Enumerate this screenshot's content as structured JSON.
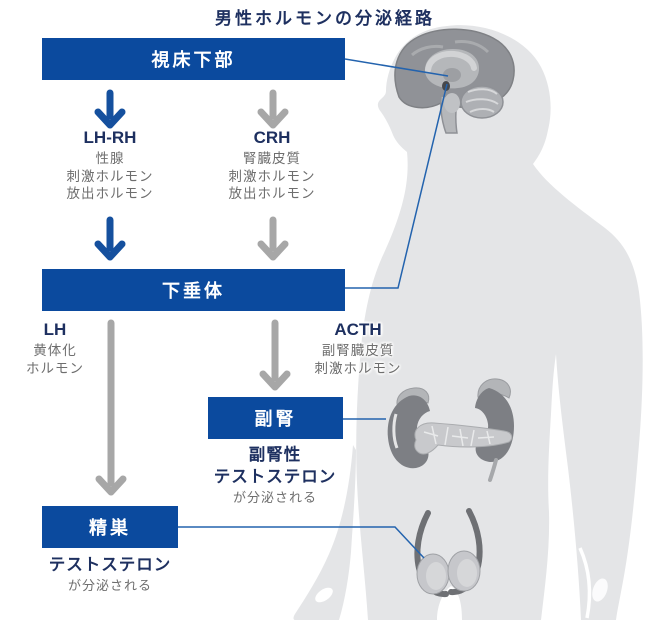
{
  "title": "男性ホルモンの分泌経路",
  "boxes": {
    "hypothalamus": "視床下部",
    "pituitary": "下垂体",
    "adrenal": "副腎",
    "testis": "精巣"
  },
  "hormones": {
    "lhrh": {
      "abbr": "LH-RH",
      "lines": [
        "性腺",
        "刺激ホルモン",
        "放出ホルモン"
      ]
    },
    "crh": {
      "abbr": "CRH",
      "lines": [
        "腎臓皮質",
        "刺激ホルモン",
        "放出ホルモン"
      ]
    },
    "lh": {
      "abbr": "LH",
      "lines": [
        "黄体化",
        "ホルモン"
      ]
    },
    "acth": {
      "abbr": "ACTH",
      "lines": [
        "副腎臓皮質",
        "刺激ホルモン"
      ]
    }
  },
  "secretions": {
    "adrenal": {
      "emphasis": [
        "副腎性",
        "テストステロン"
      ],
      "plain": "が分泌される"
    },
    "testis": {
      "emphasis": [
        "テストステロン"
      ],
      "plain": "が分泌される"
    }
  },
  "icons": {
    "body": "male-body-silhouette",
    "brain": "brain-sagittal-illustration",
    "kidneys": "kidneys-adrenals-pancreas-illustration",
    "testes": "testes-illustration"
  },
  "colors": {
    "box_blue": "#0b4a9e",
    "navy_text": "#1e3060",
    "gray_text": "#6e6e6e",
    "arrow_gray": "#a7a7a7",
    "arrow_blue": "#15509e",
    "silhouette": "#e4e5e7",
    "connector_blue": "#2363ae"
  }
}
